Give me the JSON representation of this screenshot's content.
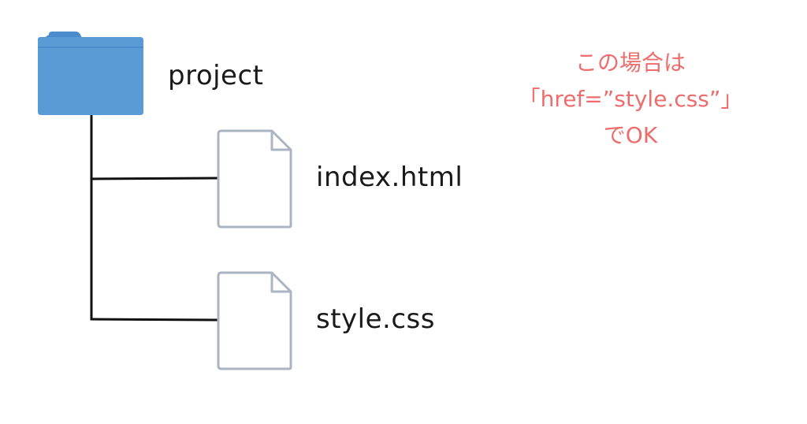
{
  "tree": {
    "root": {
      "label": "project",
      "icon": "folder-icon",
      "color": "#5a9bd5"
    },
    "children": [
      {
        "label": "index.html",
        "icon": "file-icon"
      },
      {
        "label": "style.css",
        "icon": "file-icon"
      }
    ]
  },
  "note": {
    "line1": "この場合は",
    "line2": "「href=”style.css”」",
    "line3": "でOK",
    "color": "#ee6c6c"
  }
}
